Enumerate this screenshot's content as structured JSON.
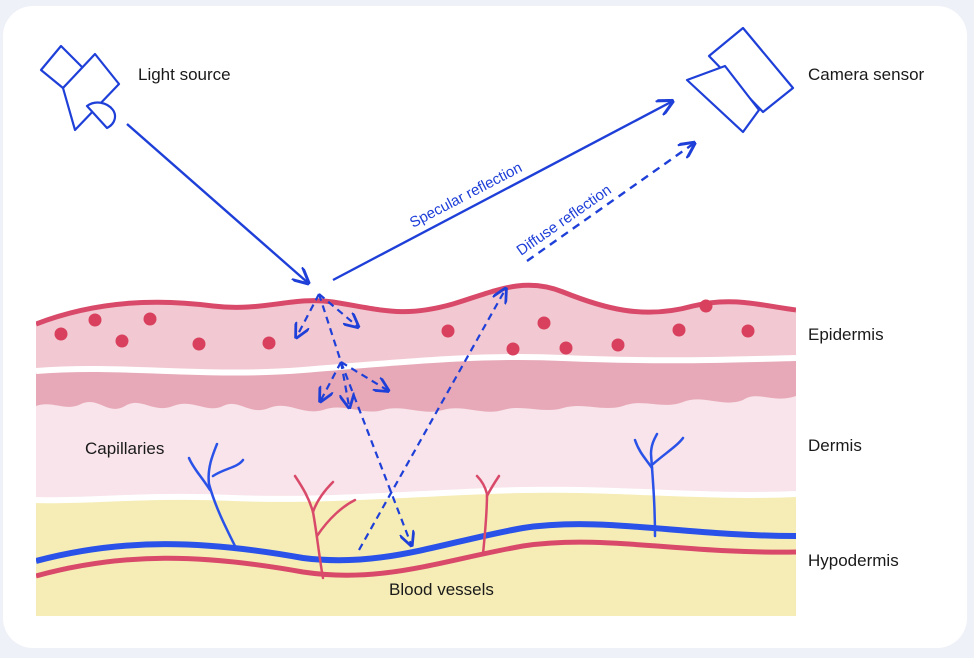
{
  "labels": {
    "light_source": "Light source",
    "camera_sensor": "Camera sensor",
    "specular": "Specular reflection",
    "diffuse": "Diffuse reflection",
    "epidermis": "Epidermis",
    "dermis": "Dermis",
    "hypodermis": "Hypodermis",
    "capillaries": "Capillaries",
    "blood_vessels": "Blood vessels"
  },
  "colors": {
    "arrow_blue": "#1e3fd8",
    "vein_blue": "#2a52e8",
    "artery_red": "#d94a6a",
    "epidermis_top": "#f2c9d2",
    "epidermis_dark": "#e7a9b8",
    "dermis": "#f8e4ea",
    "hypodermis": "#f6edb6",
    "dot_red": "#d8405e"
  }
}
